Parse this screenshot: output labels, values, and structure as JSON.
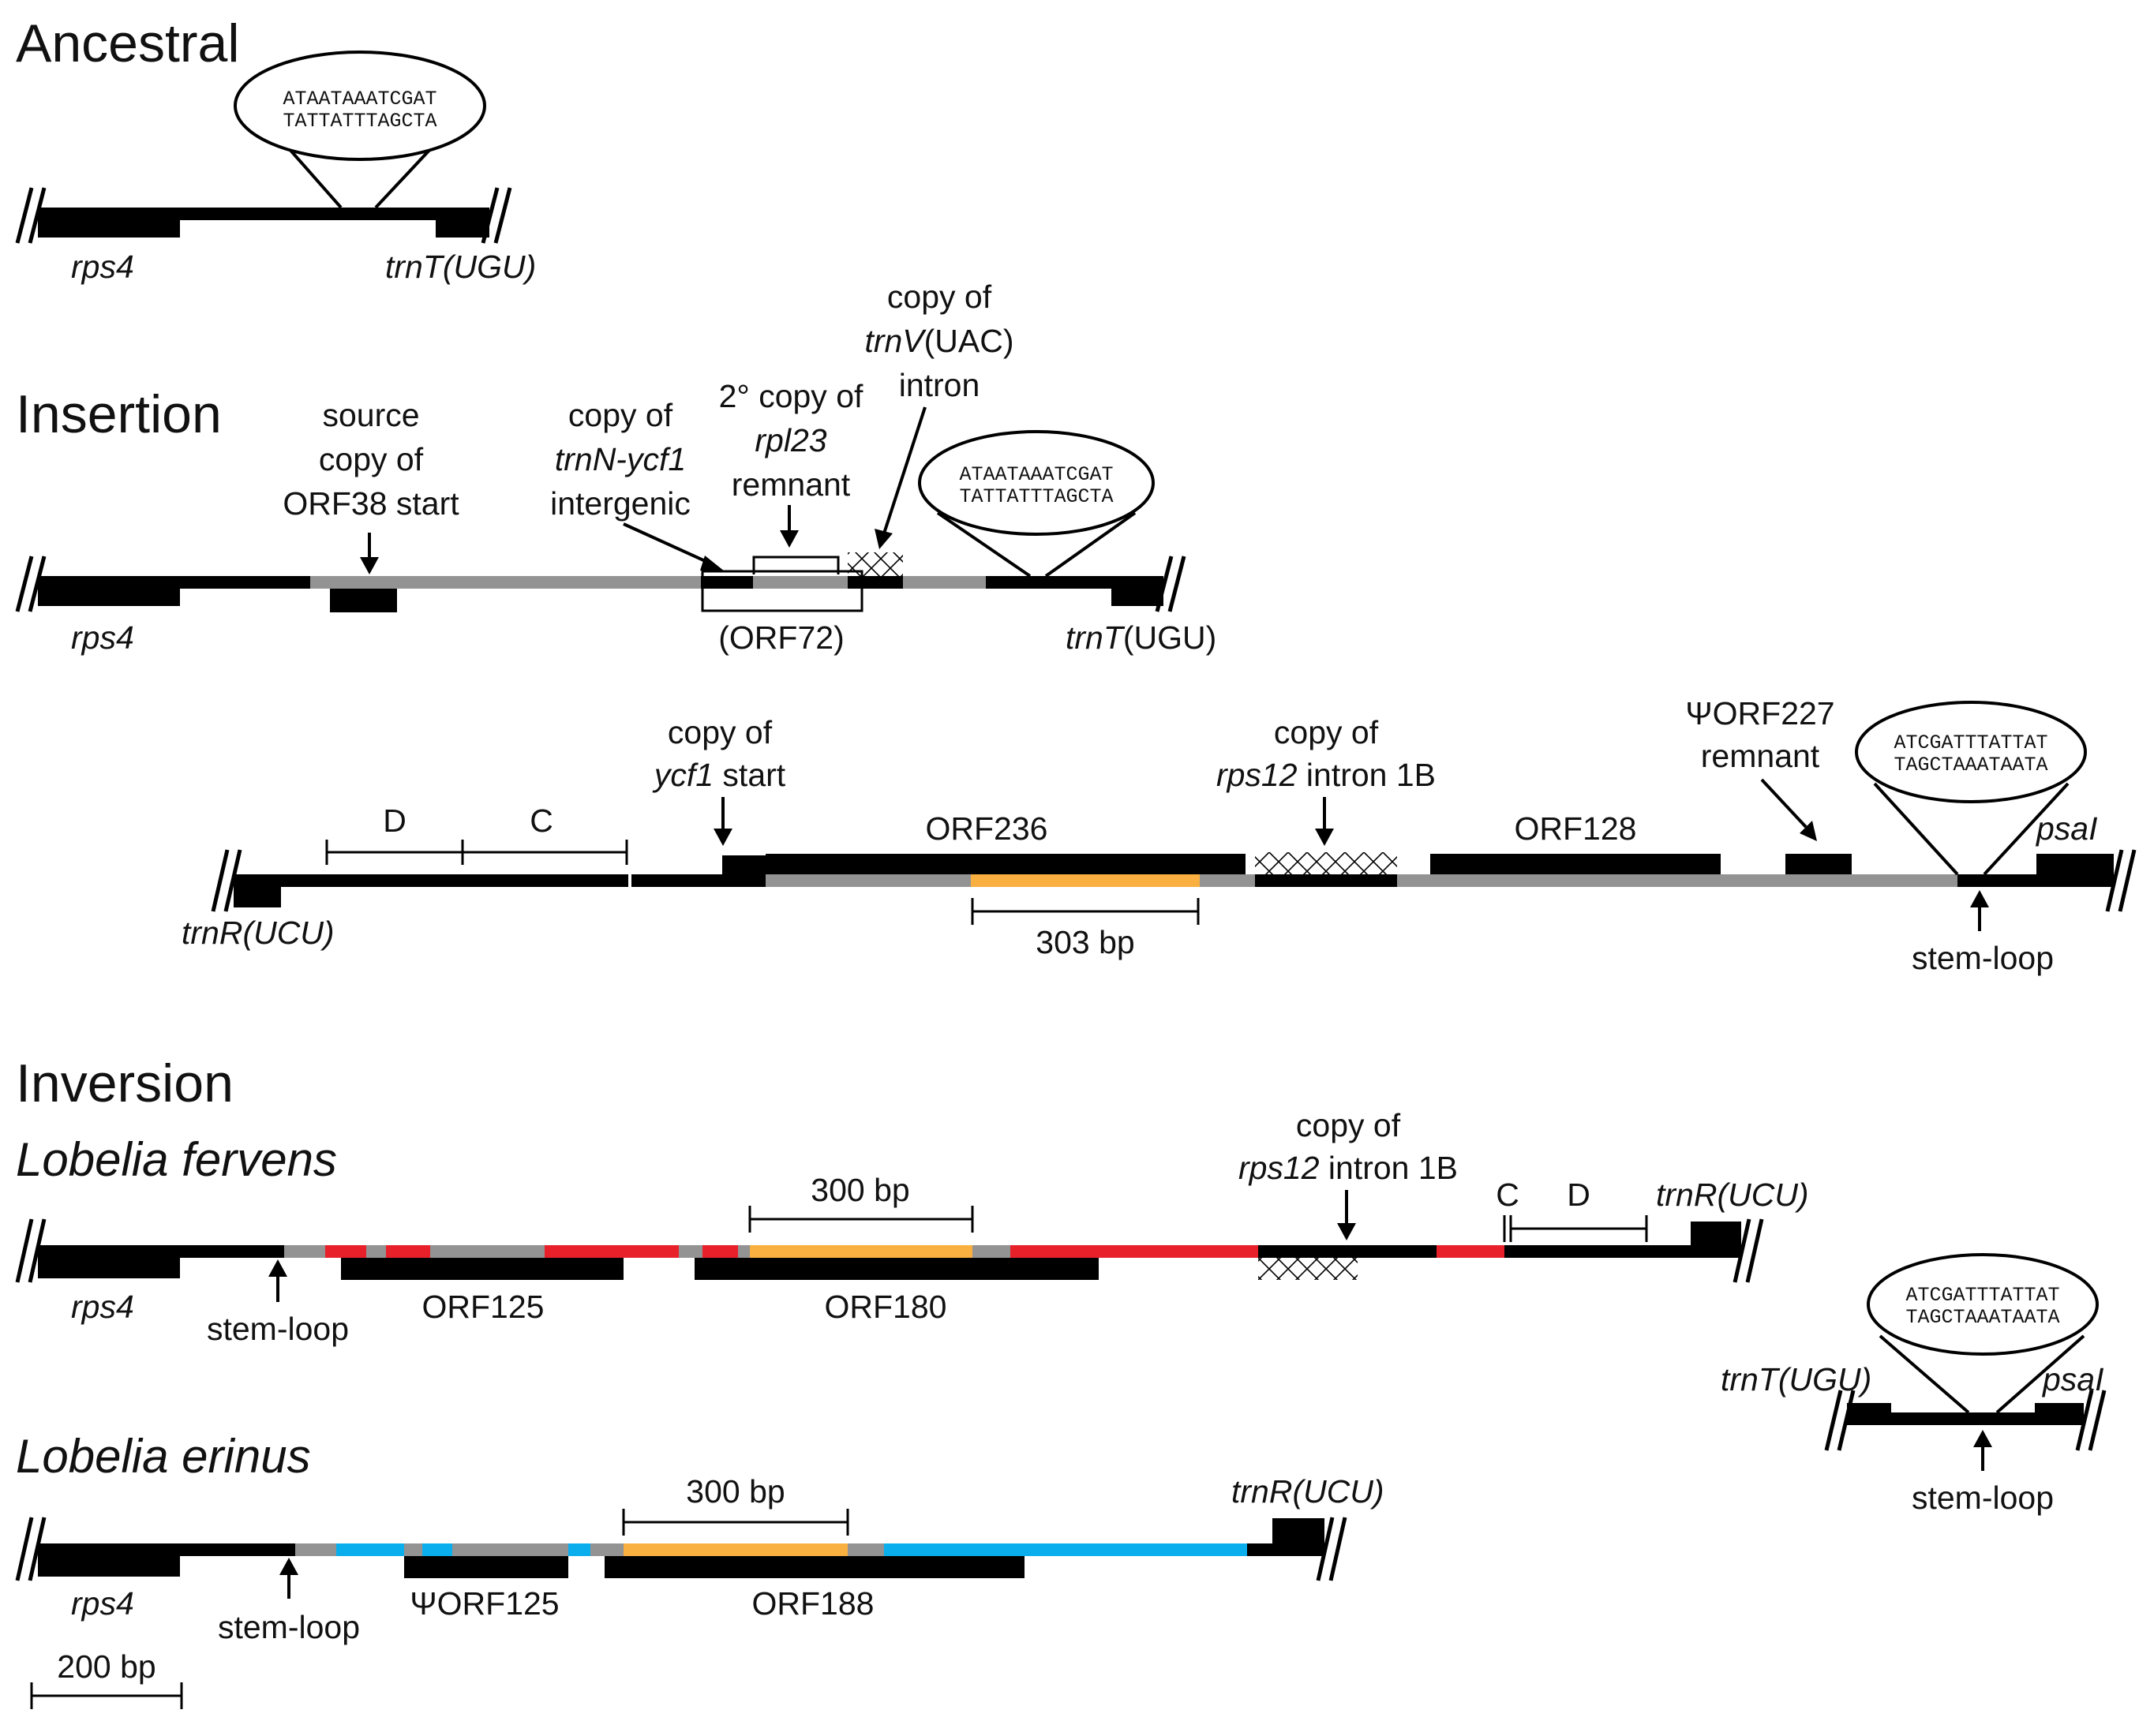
{
  "colors": {
    "black": "#000000",
    "gray": "#939393",
    "orange": "#f9b040",
    "red": "#e8202a",
    "blue": "#0aaeec"
  },
  "headings": {
    "ancestral": "Ancestral",
    "insertion": "Insertion",
    "inversion": "Inversion",
    "fervens": "Lobelia fervens",
    "erinus": "Lobelia erinus"
  },
  "sequences": {
    "a_top": "ATAATAAATCGAT",
    "a_bottom": "TATTATTTAGCTA",
    "b_top": "ATCGATTTATTAT",
    "b_bottom": "TAGCTAAATAATA"
  },
  "genes": {
    "rps4": "rps4",
    "trnT_ugu": "trnT(UGU)",
    "trnT": "trnT",
    "ugu": "(UGU)",
    "trnR_ucu": "trnR(UCU)",
    "psaI": "psaI"
  },
  "insertion": {
    "source_1": "source",
    "source_2": "copy of",
    "source_3": "ORF38 start",
    "trnn_1": "copy of",
    "trnn_2": "trnN-ycf1",
    "trnn_3": "intergenic",
    "rpl_1": "2° copy of",
    "rpl_2": "rpl23",
    "rpl_3": "remnant",
    "trnv_1": "copy of",
    "trnv_2a": "trnV",
    "trnv_2b": "(UAC)",
    "trnv_3": "intron",
    "orf72": "(ORF72)"
  },
  "middle": {
    "d": "D",
    "c": "C",
    "ycf1_1": "copy of",
    "ycf1_2a": "ycf1",
    "ycf1_2b": " start",
    "orf236": "ORF236",
    "rps12_1": "copy of",
    "rps12_2a": "rps12",
    "rps12_2b": " intron 1B",
    "orf128": "ORF128",
    "psi227_1": "ΨORF227",
    "psi227_2": "remnant",
    "bp303": "303 bp",
    "stem_loop": "stem-loop"
  },
  "fervens": {
    "bp300": "300 bp",
    "rps12_1": "copy of",
    "rps12_2a": "rps12",
    "rps12_2b": " intron 1B",
    "c": "C",
    "d": "D",
    "stem_loop": "stem-loop",
    "orf125": "ORF125",
    "orf180": "ORF180"
  },
  "erinus": {
    "bp300": "300 bp",
    "stem_loop": "stem-loop",
    "psi125": "ΨORF125",
    "orf188": "ORF188",
    "scale": "200 bp"
  },
  "right_panel": {
    "stem_loop": "stem-loop"
  }
}
